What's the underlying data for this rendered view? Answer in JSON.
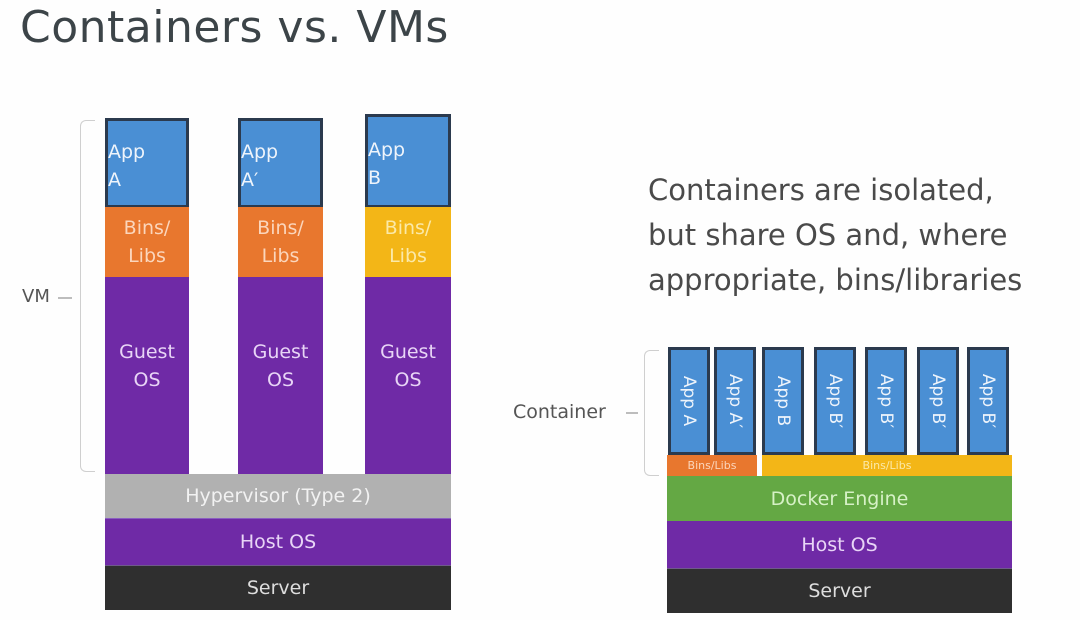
{
  "title": "Containers vs. VMs",
  "vm_side": {
    "label": "VM",
    "stacks": [
      {
        "app": "App\nA",
        "app_line1": "App",
        "app_line2": "A",
        "bins_line1": "Bins/",
        "bins_line2": "Libs",
        "guest_line1": "Guest",
        "guest_line2": "OS"
      },
      {
        "app_line1": "App",
        "app_line2": "A′",
        "bins_line1": "Bins/",
        "bins_line2": "Libs",
        "guest_line1": "Guest",
        "guest_line2": "OS"
      },
      {
        "app_line1": "App",
        "app_line2": "B",
        "bins_line1": "Bins/",
        "bins_line2": "Libs",
        "guest_line1": "Guest",
        "guest_line2": "OS"
      }
    ],
    "hypervisor": "Hypervisor (Type 2)",
    "host_os": "Host OS",
    "server": "Server"
  },
  "container_side": {
    "description_lines": [
      "Containers are isolated,",
      "but share OS and, where",
      "appropriate, bins/libraries"
    ],
    "label": "Container",
    "apps": [
      "App A",
      "App A′",
      "App B",
      "App B′",
      "App B′",
      "App B′",
      "App B′"
    ],
    "bins_a": "Bins/Libs",
    "bins_b": "Bins/Libs",
    "docker_engine": "Docker Engine",
    "host_os": "Host OS",
    "server": "Server"
  },
  "colors": {
    "app": "#4a8fd4",
    "bins_orange": "#e8772e",
    "bins_yellow": "#f3b617",
    "os_purple": "#6f2aa6",
    "hypervisor_gray": "#b1b1b1",
    "server_dark": "#2f2f2f",
    "docker_green": "#64a844"
  }
}
